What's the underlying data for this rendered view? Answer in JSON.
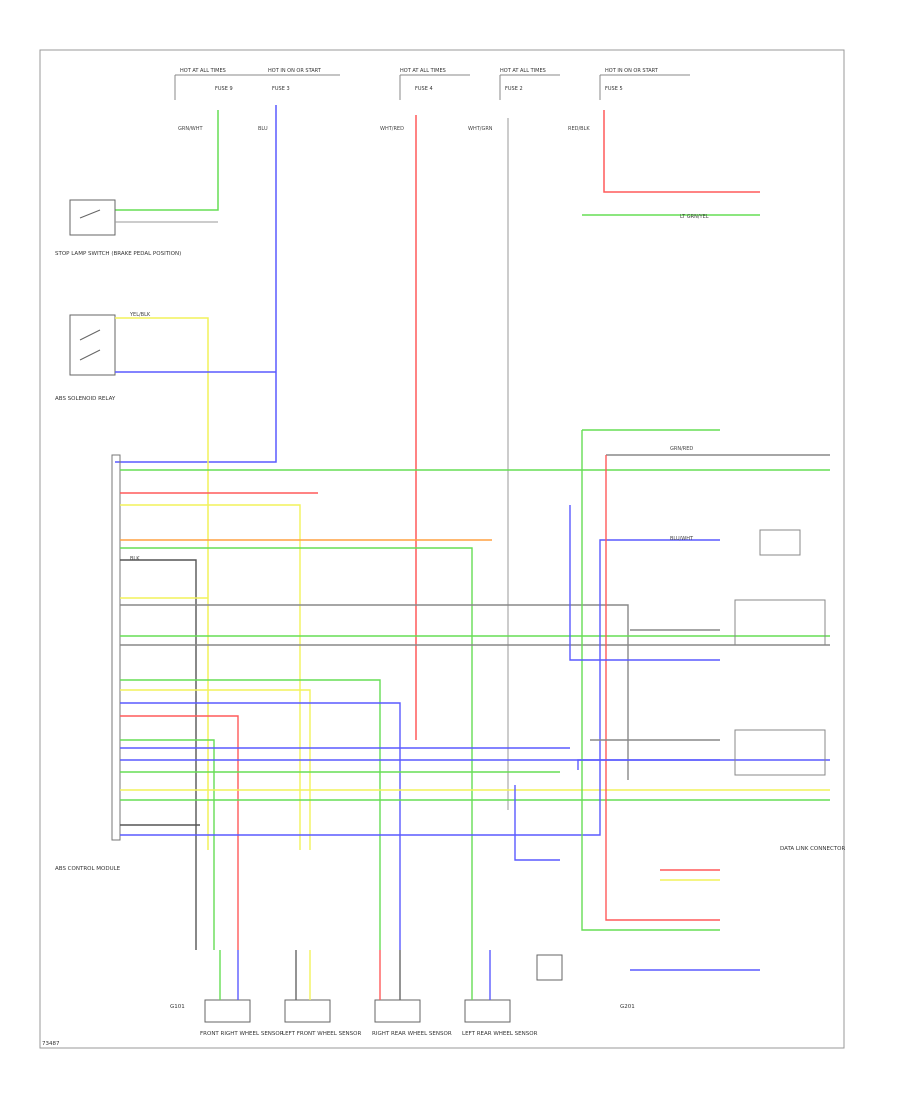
{
  "diagram_id": "73487",
  "wire_colors": {
    "red": "#ff5a5a",
    "blue": "#5a5aff",
    "green": "#66dd55",
    "yellow": "#f2f25a",
    "orange": "#ffa040",
    "black": "#555555",
    "gray": "#999999"
  },
  "fuse_labels": [
    "HOT AT ALL TIMES",
    "HOT IN ON OR START",
    "HOT AT ALL TIMES",
    "HOT AT ALL TIMES",
    "HOT IN ON OR START"
  ],
  "fuse_sub": [
    "FUSE 9",
    "FUSE 3",
    "FUSE 4",
    "FUSE 2",
    "FUSE 5"
  ],
  "wire_text": {
    "grn_wht": "GRN/WHT",
    "blu": "BLU",
    "wht_red": "WHT/RED",
    "wht_grn": "WHT/GRN",
    "red_blk": "RED/BLK",
    "lt_grn_yel": "LT GRN/YEL",
    "yel_blk": "YEL/BLK",
    "grn_red": "GRN/RED",
    "blu_wht": "BLU/WHT",
    "blk": "BLK"
  },
  "components": {
    "stop_switch": "STOP LAMP SWITCH (BRAKE PEDAL POSITION)",
    "abs_control_module": "ABS CONTROL MODULE",
    "abs_solenoid_relay": "ABS SOLENOID RELAY",
    "fr_sensor": "FRONT RIGHT WHEEL SENSOR",
    "fl_sensor": "LEFT FRONT WHEEL SENSOR",
    "rr_sensor": "RIGHT REAR WHEEL SENSOR",
    "rl_sensor": "LEFT REAR WHEEL SENSOR",
    "dlc": "DATA LINK CONNECTOR",
    "ground_g1": "G101",
    "ground_g2": "G201"
  }
}
